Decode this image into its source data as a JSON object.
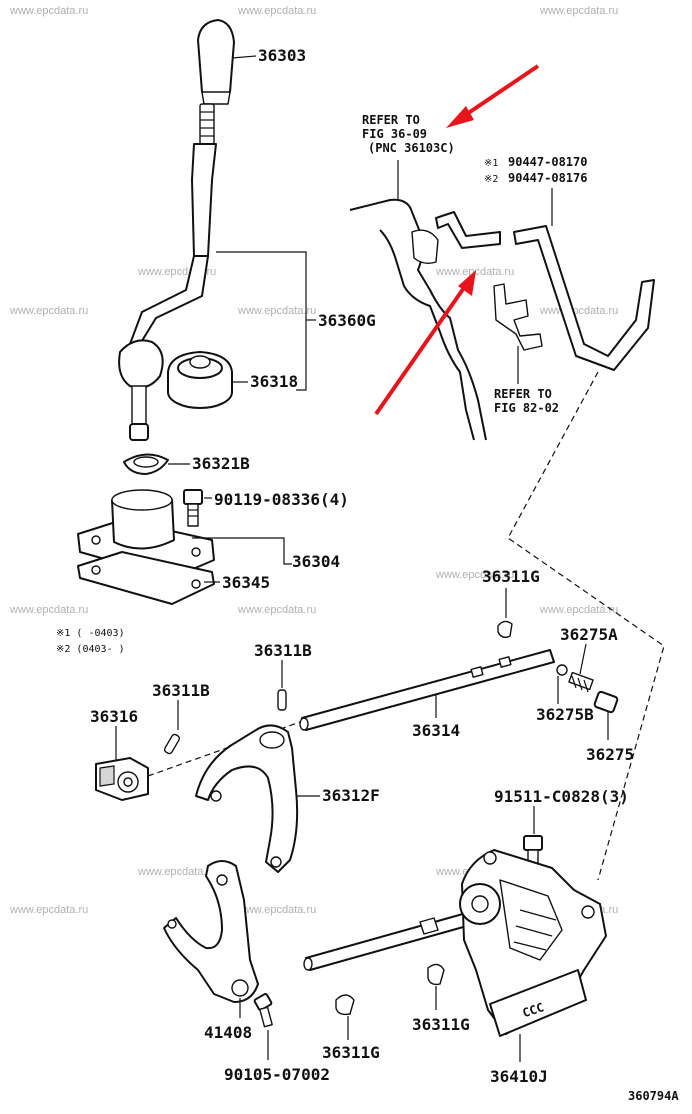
{
  "watermark": "www.epcdata.ru",
  "refer_fig36": {
    "line1": "REFER TO",
    "line2": "FIG 36-09",
    "line3": "(PNC 36103C)"
  },
  "refer_fig82": {
    "line1": "REFER TO",
    "line2": "FIG 82-02"
  },
  "markers": {
    "m1": "※1",
    "m2": "※2"
  },
  "notes": {
    "n1": "※1 (    -0403)",
    "n2": "※2 (0403-    )"
  },
  "parts": {
    "p36303": "36303",
    "p36360G": "36360G",
    "p36318": "36318",
    "p36321B": "36321B",
    "p90119": "90119-08336(4)",
    "p36304": "36304",
    "p36345": "36345",
    "p90447_08170": "90447-08170",
    "p90447_08176": "90447-08176",
    "p36311G_top": "36311G",
    "p36275A": "36275A",
    "p36311B_a": "36311B",
    "p36311B_b": "36311B",
    "p36316": "36316",
    "p36314": "36314",
    "p36275B": "36275B",
    "p36275": "36275",
    "p36312F": "36312F",
    "p91511": "91511-C0828(3)",
    "p41408": "41408",
    "p90105": "90105-07002",
    "p36311G_mid": "36311G",
    "p36311G_bot": "36311G",
    "p36410J": "36410J"
  },
  "figure_code": "360794A",
  "accent_colors": {
    "arrow": "#e8141b",
    "line": "#111111"
  }
}
